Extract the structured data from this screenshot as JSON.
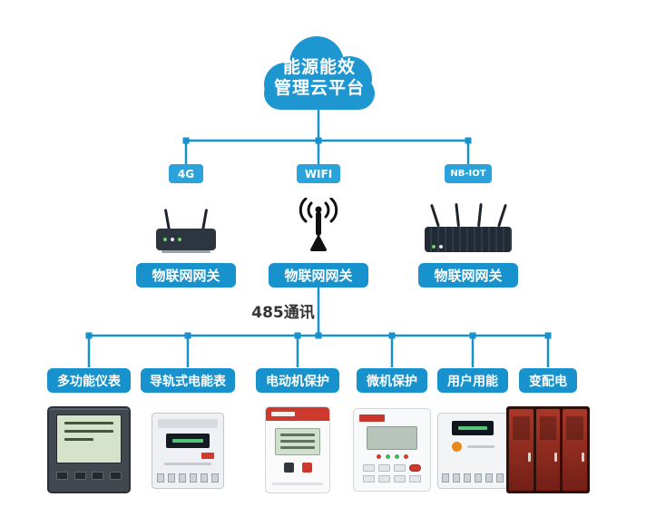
{
  "colors": {
    "accent_blue": "#1792cc",
    "badge_blue": "#2ba3da",
    "bus_text": "#333333",
    "cloud_blue": "#1e97d1",
    "cabinet_red": "#8c2a1f"
  },
  "cloud": {
    "line1": "能源能效",
    "line2": "管理云平台"
  },
  "gateways": [
    {
      "badge": "4G",
      "label": "物联网网关",
      "device": "4g-router"
    },
    {
      "badge": "WIFI",
      "label": "物联网网关",
      "device": "wifi-antenna"
    },
    {
      "badge": "NB-IOT",
      "label": "物联网网关",
      "device": "nb-iot-router"
    }
  ],
  "bus": {
    "label": "485通讯"
  },
  "devices": [
    {
      "label": "多功能仪表",
      "image": "multifunction-meter"
    },
    {
      "label": "导轨式电能表",
      "image": "din-rail-energy-meter"
    },
    {
      "label": "电动机保护",
      "image": "motor-protection-device"
    },
    {
      "label": "微机保护",
      "image": "microcomputer-protection-device"
    },
    {
      "label": "用户用能",
      "image": "user-energy-meter"
    },
    {
      "label": "变配电",
      "image": "power-distribution-cabinet"
    }
  ]
}
